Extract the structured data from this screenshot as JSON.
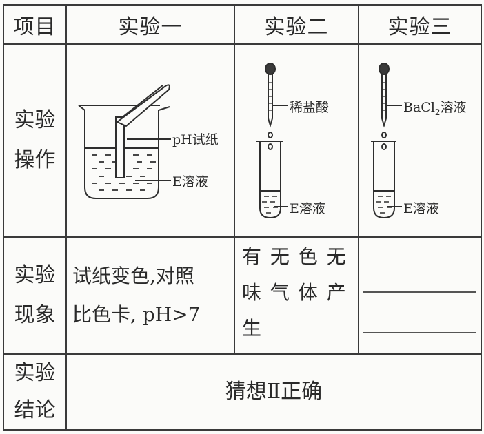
{
  "table": {
    "headers": [
      "项目",
      "实验一",
      "实验二",
      "实验三"
    ],
    "rows": {
      "operation": {
        "label_line1": "实验",
        "label_line2": "操作",
        "exp1": {
          "paper_label": "pH试纸",
          "solution_label": "E溶液"
        },
        "exp2": {
          "reagent_label": "稀盐酸",
          "solution_label": "E溶液"
        },
        "exp3": {
          "reagent_label": "BaCl",
          "reagent_sub": "2",
          "reagent_suffix": "溶液",
          "solution_label": "E溶液"
        }
      },
      "phenomenon": {
        "label_line1": "实验",
        "label_line2": "现象",
        "exp1_line1": "试纸变色,对照",
        "exp1_line2": "比色卡, pH>7",
        "exp2_line1": "有 无 色 无",
        "exp2_line2": "味 气 体 产",
        "exp2_line3": "生",
        "exp3_blank": ""
      },
      "conclusion": {
        "label_line1": "实验",
        "label_line2": "结论",
        "value": "猜想Ⅱ正确"
      }
    }
  }
}
